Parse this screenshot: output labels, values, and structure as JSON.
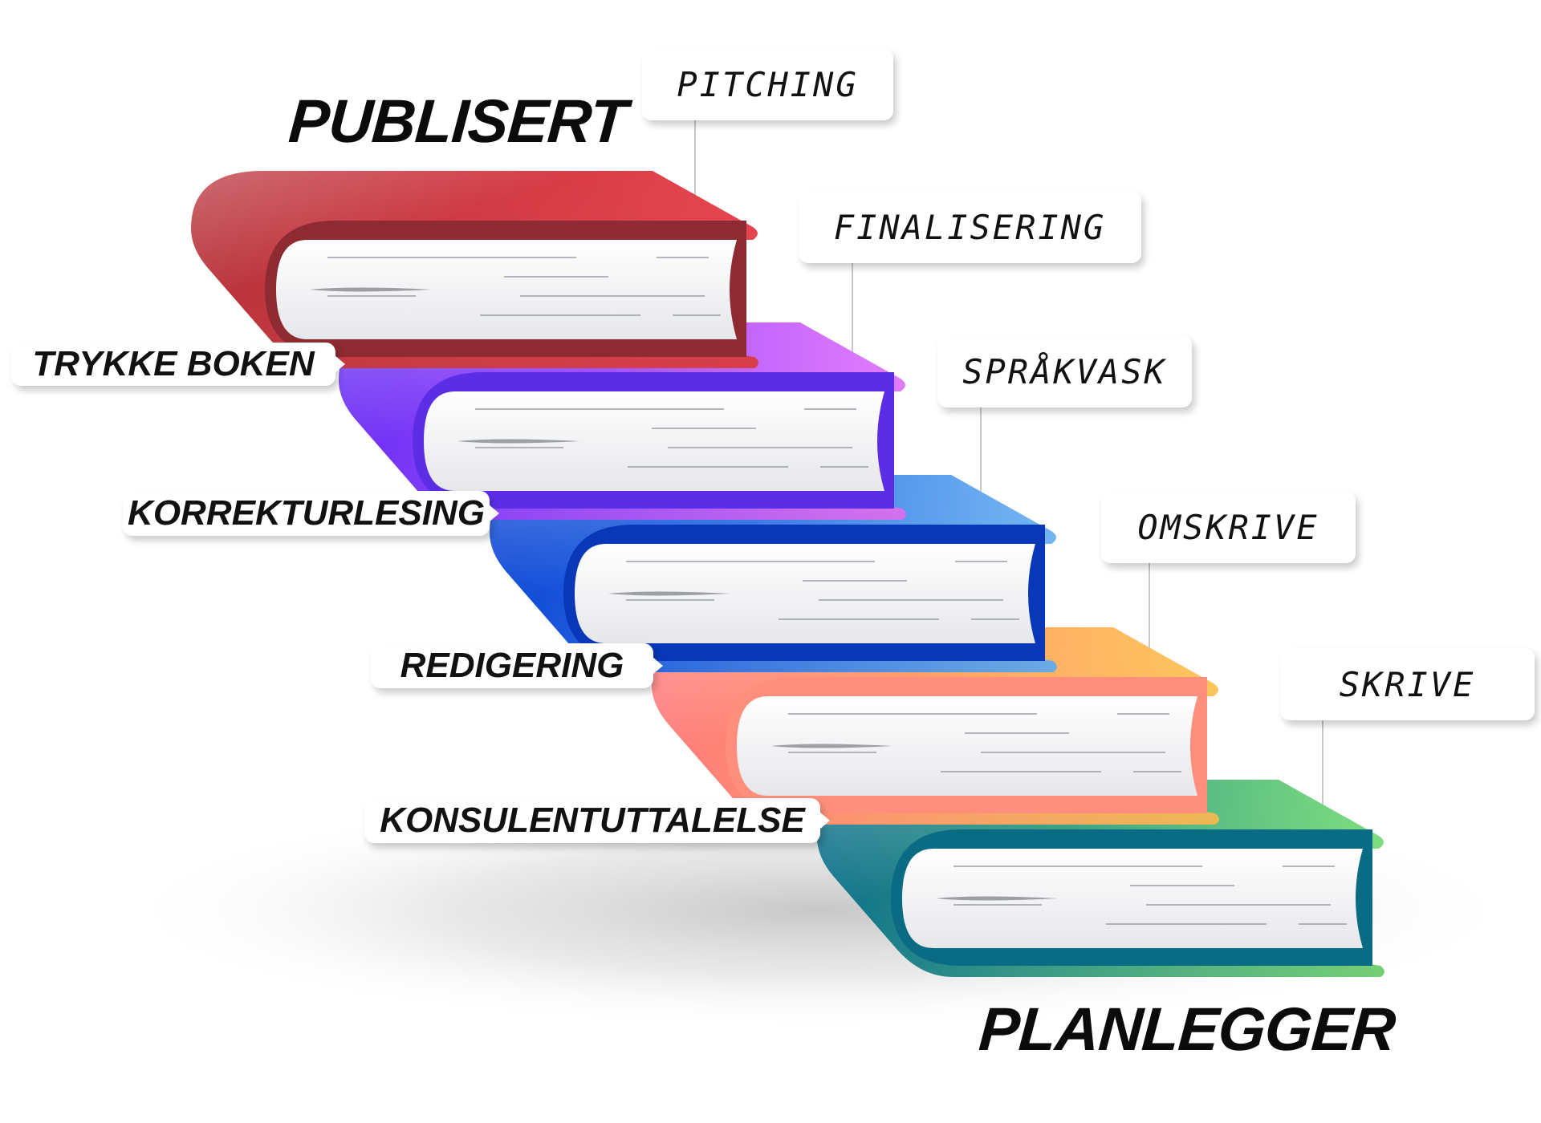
{
  "titles": {
    "top": "PUBLISERT",
    "bottom": "PLANLEGGER"
  },
  "right_labels": [
    "PITCHING",
    "FINALISERING",
    "SPRÅKVASK",
    "OMSKRIVE",
    "SKRIVE"
  ],
  "left_labels": [
    "TRYKKE BOKEN",
    "KORREKTURLESING",
    "REDIGERING",
    "KONSULENTUTTALELSE"
  ],
  "books": [
    {
      "cover_dark": "#b8323a",
      "cover_light": "#e8434e",
      "spine": "#8e2a31"
    },
    {
      "cover_dark": "#6a2df5",
      "cover_light": "#e57bff",
      "spine": "#5b2ee6"
    },
    {
      "cover_dark": "#0a45d6",
      "cover_light": "#74b8f5",
      "spine": "#0838b8"
    },
    {
      "cover_dark": "#ff7a7a",
      "cover_light": "#ffc85a",
      "spine": "#ff8f7c"
    },
    {
      "cover_dark": "#0b6f8a",
      "cover_light": "#7ee07e",
      "spine": "#0a6b85"
    }
  ],
  "colors": {
    "pages": "#f4f4f6",
    "page_lines": "#9a9ea6",
    "text": "#0b0b0b",
    "label_bg": "#ffffff",
    "connector": "#c8c8c8"
  }
}
